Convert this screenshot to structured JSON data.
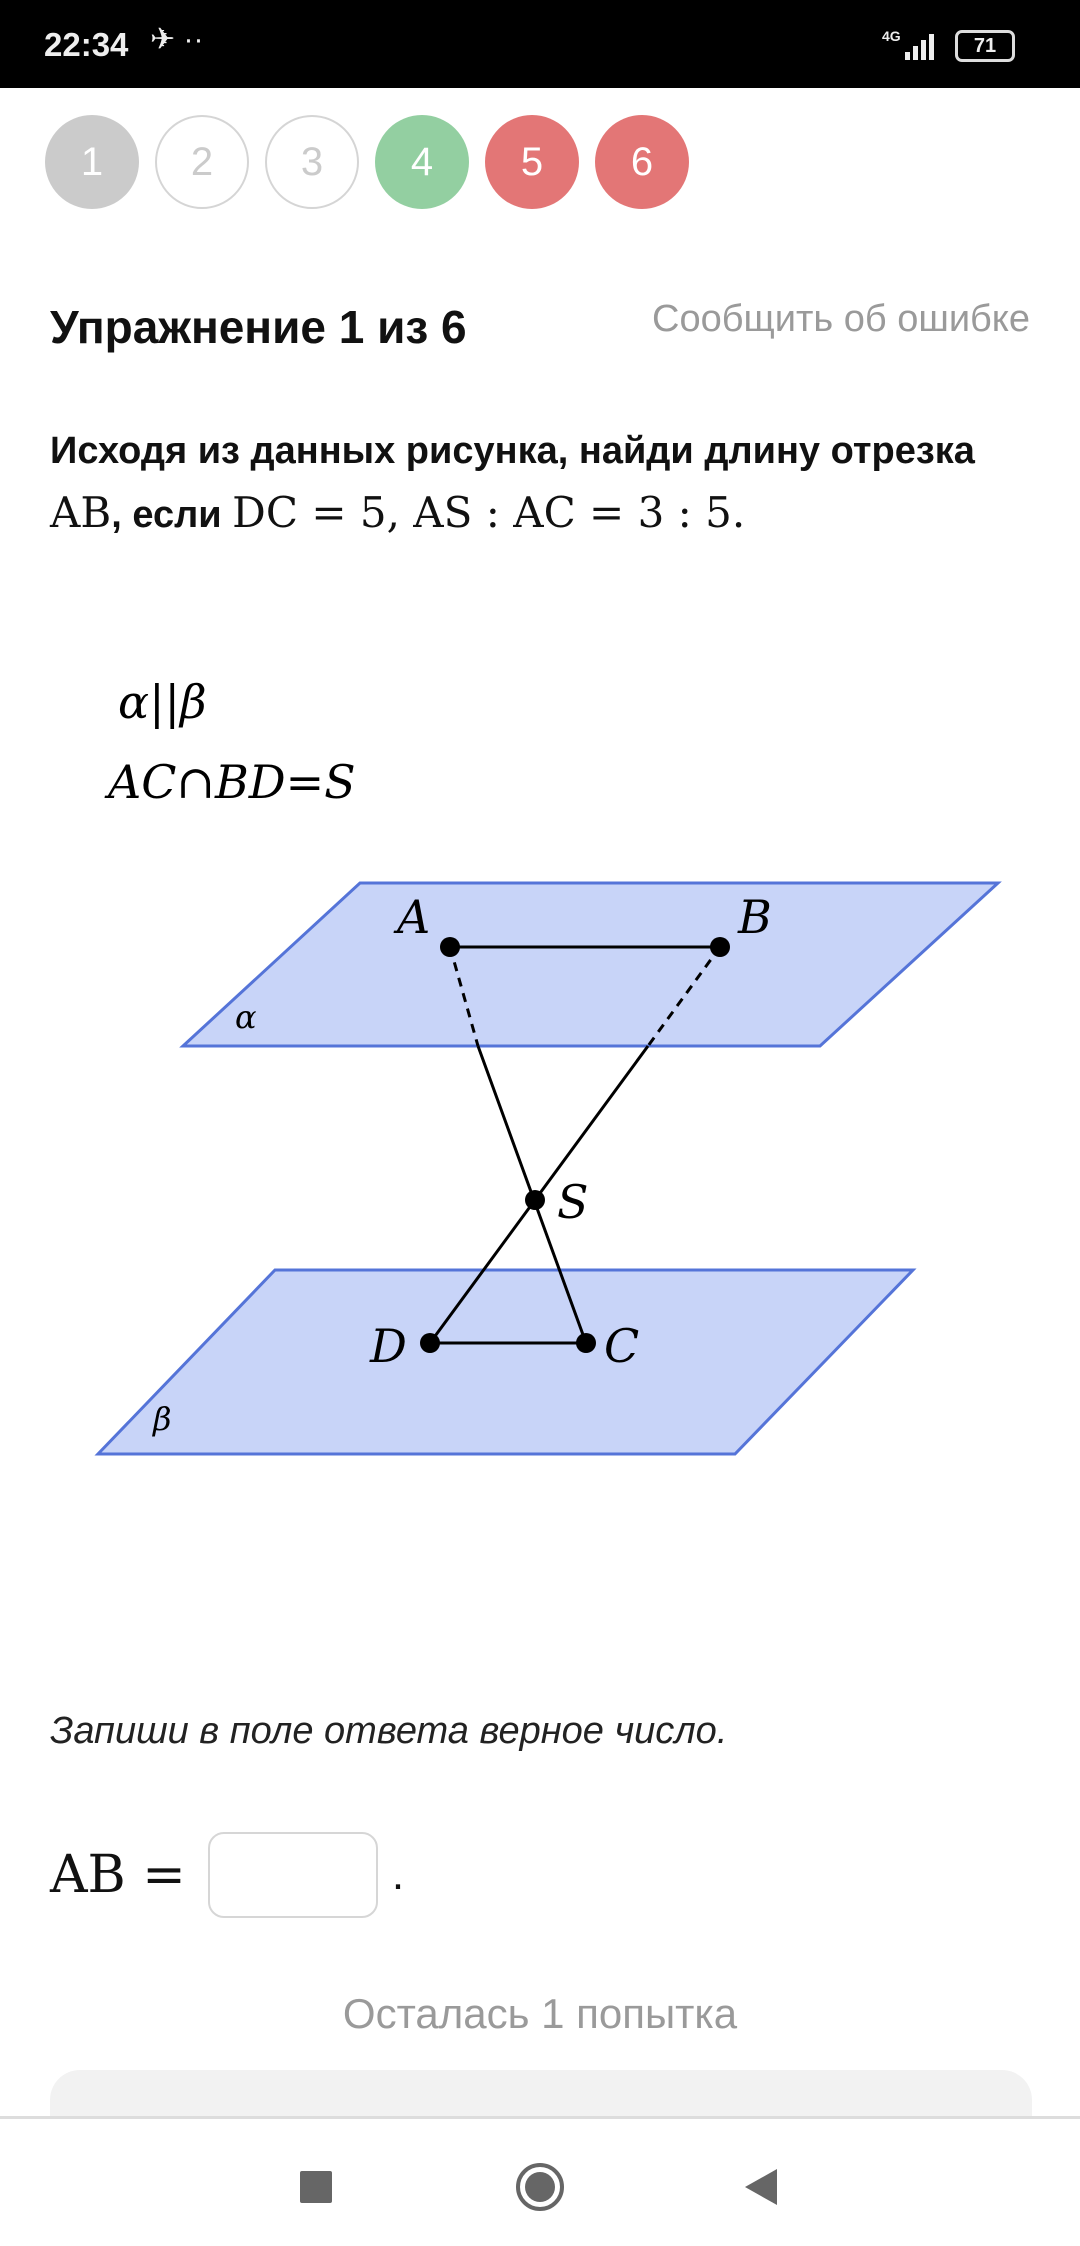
{
  "status_bar": {
    "time": "22:34",
    "network": "4G",
    "battery": "71"
  },
  "steps": [
    {
      "label": "1",
      "state": "current"
    },
    {
      "label": "2",
      "state": "empty"
    },
    {
      "label": "3",
      "state": "empty"
    },
    {
      "label": "4",
      "state": "correct"
    },
    {
      "label": "5",
      "state": "wrong"
    },
    {
      "label": "6",
      "state": "wrong"
    }
  ],
  "colors": {
    "correct": "#93cfa1",
    "wrong": "#e37676",
    "current": "#cbcbcb",
    "plane": "#c8d4f8",
    "plane_border": "#5574d8"
  },
  "header": {
    "title": "Упражнение 1 из 6",
    "report_link": "Сообщить об ошибке"
  },
  "question": {
    "part1": "Исходя из данных рисунка, найди длину отрезка ",
    "seg": "AB",
    "part2": ", если ",
    "cond": "DC = 5, AS : AC = 3 : 5."
  },
  "figure": {
    "given1": "α||β",
    "given2": "AC∩BD=S",
    "plane1": "α",
    "plane2": "β",
    "A": "A",
    "B": "B",
    "S": "S",
    "C": "C",
    "D": "D"
  },
  "hint": "Запиши в поле ответа верное число.",
  "answer": {
    "label": "AB =",
    "value": "",
    "suffix": "."
  },
  "attempts": "Осталась 1 попытка"
}
